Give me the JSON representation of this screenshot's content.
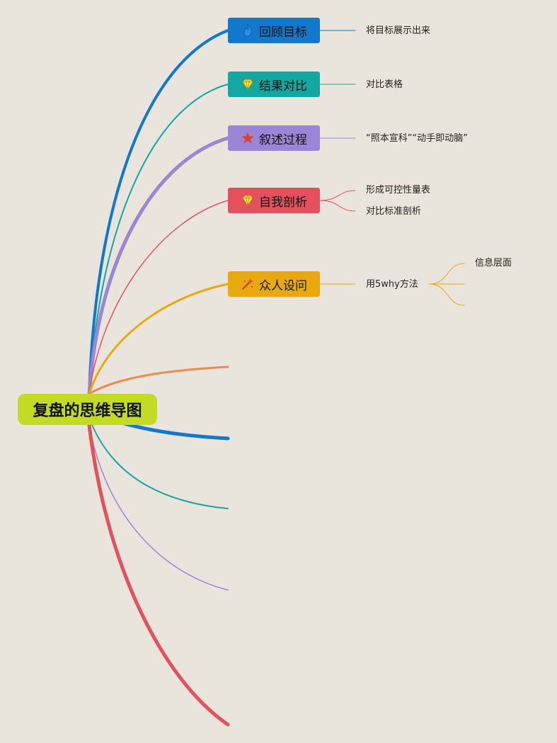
{
  "root": {
    "label": "复盘的思维导图",
    "color": "#c3dc23"
  },
  "branches": [
    {
      "label": "回顾目标",
      "icon": "fire-icon",
      "color": "#1278cc",
      "children": [
        "将目标展示出来"
      ]
    },
    {
      "label": "结果对比",
      "icon": "diamond-icon",
      "color": "#12a7a1",
      "children": [
        "对比表格"
      ]
    },
    {
      "label": "叙述过程",
      "icon": "star-icon",
      "color": "#9b86d6",
      "children": [
        "“照本宣科”“动手即动脑”"
      ]
    },
    {
      "label": "自我剖析",
      "icon": "diamond-icon",
      "color": "#e3515d",
      "children": [
        "形成可控性量表",
        "对比标准剖析"
      ]
    },
    {
      "label": "众人设问",
      "icon": "sparkle-wand-icon",
      "color": "#e8a90f",
      "children": [
        "用5why方法"
      ],
      "grandchildren": [
        "信息层面"
      ]
    }
  ],
  "empty_branch_colors": [
    "#ee8a50",
    "#1278cc",
    "#12a7a1",
    "#9b86d6",
    "#e3515d"
  ]
}
